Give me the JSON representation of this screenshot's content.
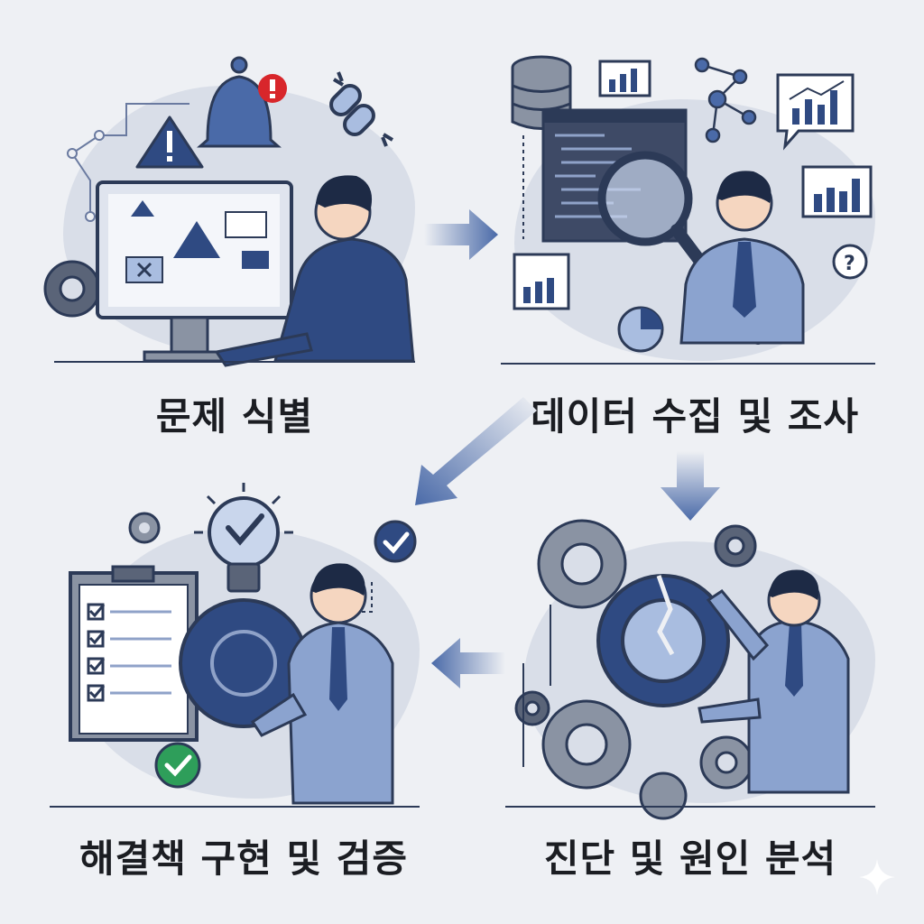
{
  "steps": [
    {
      "label": "문제 식별"
    },
    {
      "label": "데이터 수집 및 조사"
    },
    {
      "label": "진단 및 원인 분석"
    },
    {
      "label": "해결책 구현 및 검증"
    }
  ],
  "colors": {
    "navy": "#2f4a82",
    "blue": "#4a6aa8",
    "lightblue": "#a9bde0",
    "gray": "#7b8492",
    "outline": "#2c3a57",
    "red": "#d8262b",
    "green": "#2e9e5a",
    "background": "#eef0f4"
  },
  "icons": [
    "bell-icon",
    "warning-icon",
    "broken-link-icon",
    "gear-icon",
    "database-icon",
    "magnifier-icon",
    "bar-chart-icon",
    "question-icon",
    "lightbulb-icon",
    "checklist-icon",
    "checkmark-icon",
    "broken-gear-icon",
    "arrow-icon"
  ]
}
